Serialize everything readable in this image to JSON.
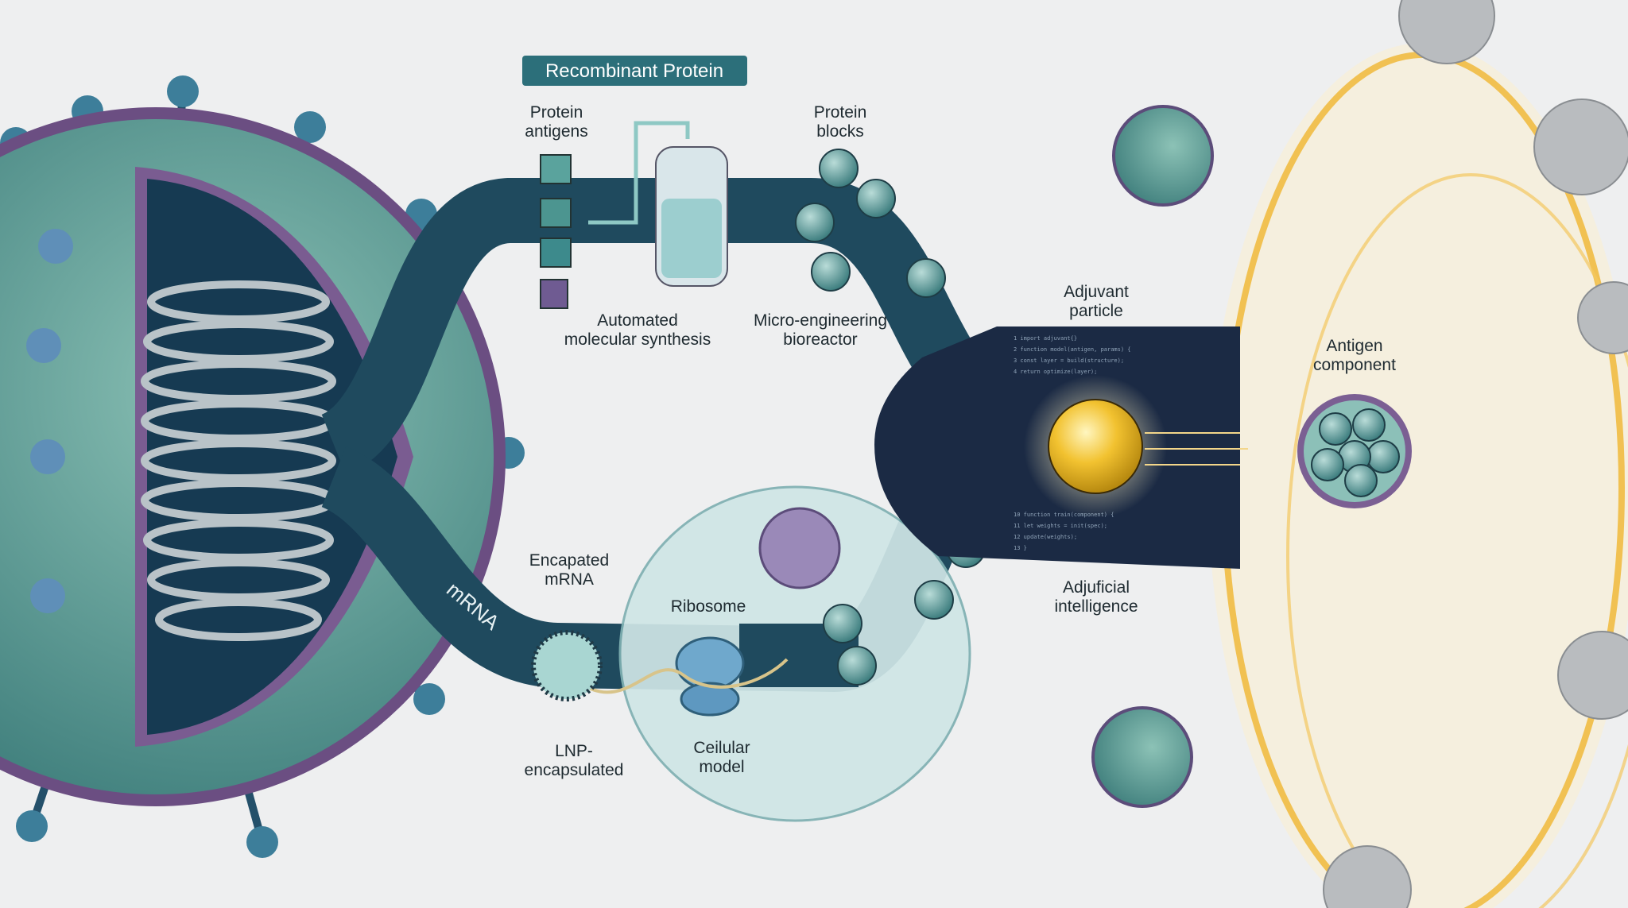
{
  "title_badge": "Recombinant Protein",
  "labels": {
    "protein_antigens": [
      "Protein",
      "antigens"
    ],
    "protein_blocks": [
      "Protein",
      "blocks"
    ],
    "automated_synthesis": [
      "Automated",
      "molecular synthesis"
    ],
    "bioreactor": [
      "Micro-engineering",
      "bioreactor"
    ],
    "adjuvant_particle": [
      "Adjuvant",
      "particle"
    ],
    "antigen_component": [
      "Antigen",
      "component"
    ],
    "adjuficial_intelligence": [
      "Adjuficial",
      "intelligence"
    ],
    "encapated_mrna": [
      "Encapated",
      "mRNA"
    ],
    "mrna_path": "mRNA",
    "ribosome": "Ribosome",
    "lnp_encapsulated": [
      "LNP-",
      "encapsulated"
    ],
    "cellular_model": [
      "Ceilular",
      "model"
    ]
  },
  "colors": {
    "pipe": "#1f4a5e",
    "teal": "#5b9a98",
    "badge": "#2c6f7a",
    "gold": "#f2c230",
    "purple": "#8a7aa6",
    "code_panel": "#1b2a44"
  }
}
